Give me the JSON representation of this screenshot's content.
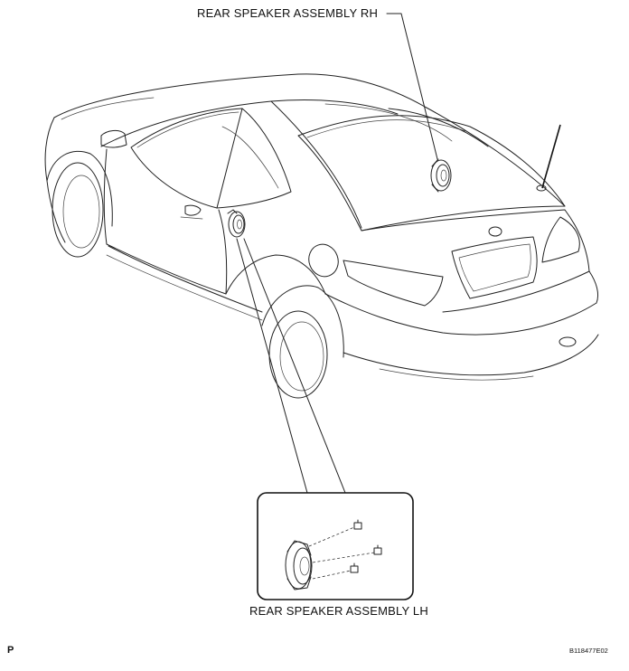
{
  "labels": {
    "rear_speaker_rh": "REAR SPEAKER ASSEMBLY RH",
    "rear_speaker_lh": "REAR SPEAKER ASSEMBLY LH",
    "page_letter": "P",
    "figure_code": "B118477E02"
  }
}
